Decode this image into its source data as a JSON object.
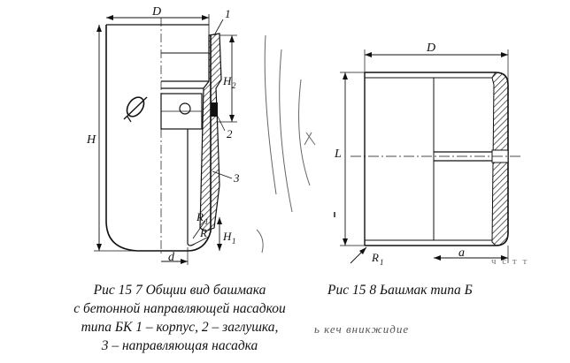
{
  "figure_left": {
    "dim_D": "D",
    "dim_H": "H",
    "dim_H2": "H",
    "dim_H2_sub": "2",
    "dim_H1": "H",
    "dim_H1_sub": "1",
    "dim_R1": "R",
    "dim_R1_sub": "1",
    "dim_R": "R",
    "dim_d": "d",
    "callout_1": "1",
    "callout_2": "2",
    "callout_3": "3"
  },
  "figure_right": {
    "dim_D": "D",
    "dim_L": "L",
    "dim_R1": "R",
    "dim_R1_sub": "1",
    "dim_a": "a"
  },
  "captions": {
    "left_line1": "Рис  15 7  Общии вид башмака",
    "left_line2": "с бетонной направляющей насадкои",
    "left_line3": "типа БК  1 – корпус, 2 – заглушка,",
    "left_line4": "3 – направляющая насадка",
    "right_line1": "Рис  15 8  Ьашмак типа Б",
    "noise_right": "ь кеч вникжидие",
    "noise_mid": "ч с т т"
  }
}
